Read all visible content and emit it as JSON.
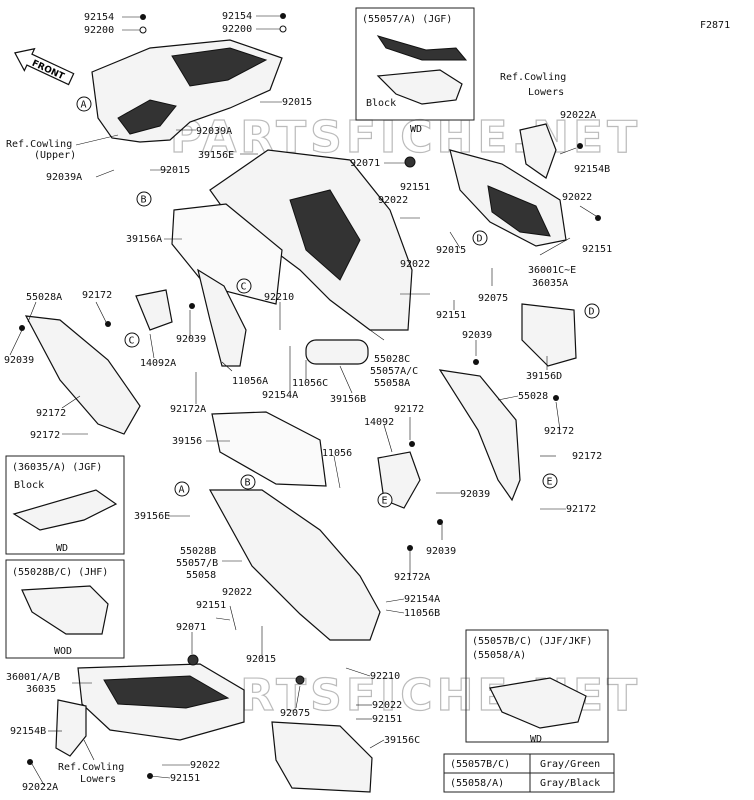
{
  "figure_id": "F2871",
  "front_arrow_label": "FRONT",
  "watermark": "PARTSFICHE.NET",
  "callouts": [
    {
      "id": "c1",
      "text": "92154"
    },
    {
      "id": "c2",
      "text": "92200"
    },
    {
      "id": "c3",
      "text": "92154"
    },
    {
      "id": "c4",
      "text": "92200"
    },
    {
      "id": "c5",
      "text": "92015"
    },
    {
      "id": "c6",
      "text": "Ref.Cowling"
    },
    {
      "id": "c7",
      "text": "(Upper)"
    },
    {
      "id": "c8",
      "text": "92039A"
    },
    {
      "id": "c9",
      "text": "92015"
    },
    {
      "id": "c10",
      "text": "92039A"
    },
    {
      "id": "c11",
      "text": "39156E"
    },
    {
      "id": "c12",
      "text": "92071"
    },
    {
      "id": "c13",
      "text": "92151"
    },
    {
      "id": "c14",
      "text": "92022"
    },
    {
      "id": "c15",
      "text": "39156A"
    },
    {
      "id": "c16",
      "text": "92015"
    },
    {
      "id": "c17",
      "text": "92022"
    },
    {
      "id": "c18",
      "text": "92151"
    },
    {
      "id": "c19",
      "text": "92075"
    },
    {
      "id": "c20",
      "text": "Ref.Cowling"
    },
    {
      "id": "c21",
      "text": "Lowers"
    },
    {
      "id": "c22",
      "text": "92022A"
    },
    {
      "id": "c23",
      "text": "92154B"
    },
    {
      "id": "c24",
      "text": "92022"
    },
    {
      "id": "c25",
      "text": "92151"
    },
    {
      "id": "c26",
      "text": "36001C~E"
    },
    {
      "id": "c27",
      "text": "36035A"
    },
    {
      "id": "c28",
      "text": "55028A"
    },
    {
      "id": "c29",
      "text": "92172"
    },
    {
      "id": "c30",
      "text": "92039"
    },
    {
      "id": "c31",
      "text": "92039"
    },
    {
      "id": "c32",
      "text": "14092A"
    },
    {
      "id": "c33",
      "text": "92210"
    },
    {
      "id": "c34",
      "text": "11056A"
    },
    {
      "id": "c35",
      "text": "11056C"
    },
    {
      "id": "c36",
      "text": "92154A"
    },
    {
      "id": "c37",
      "text": "39156B"
    },
    {
      "id": "c38",
      "text": "55028C"
    },
    {
      "id": "c39",
      "text": "55057A/C"
    },
    {
      "id": "c40",
      "text": "55058A"
    },
    {
      "id": "c41",
      "text": "92039"
    },
    {
      "id": "c42",
      "text": "92172"
    },
    {
      "id": "c43",
      "text": "92172"
    },
    {
      "id": "c44",
      "text": "92172A"
    },
    {
      "id": "c45",
      "text": "39156D"
    },
    {
      "id": "c46",
      "text": "55028"
    },
    {
      "id": "c47",
      "text": "92172"
    },
    {
      "id": "c48",
      "text": "39156"
    },
    {
      "id": "c49",
      "text": "11056"
    },
    {
      "id": "c50",
      "text": "14092"
    },
    {
      "id": "c51",
      "text": "92172"
    },
    {
      "id": "c52",
      "text": "92172"
    },
    {
      "id": "c53",
      "text": "92039"
    },
    {
      "id": "c54",
      "text": "92172"
    },
    {
      "id": "c55",
      "text": "39156E"
    },
    {
      "id": "c56",
      "text": "92039"
    },
    {
      "id": "c57",
      "text": "55028B"
    },
    {
      "id": "c58",
      "text": "55057/B"
    },
    {
      "id": "c59",
      "text": "55058"
    },
    {
      "id": "c60",
      "text": "92172A"
    },
    {
      "id": "c61",
      "text": "92022"
    },
    {
      "id": "c62",
      "text": "92151"
    },
    {
      "id": "c63",
      "text": "92154A"
    },
    {
      "id": "c64",
      "text": "11056B"
    },
    {
      "id": "c65",
      "text": "92071"
    },
    {
      "id": "c66",
      "text": "92015"
    },
    {
      "id": "c67",
      "text": "36001/A/B"
    },
    {
      "id": "c68",
      "text": "36035"
    },
    {
      "id": "c69",
      "text": "92210"
    },
    {
      "id": "c70",
      "text": "92075"
    },
    {
      "id": "c71",
      "text": "92022"
    },
    {
      "id": "c72",
      "text": "92151"
    },
    {
      "id": "c73",
      "text": "92154B"
    },
    {
      "id": "c74",
      "text": "39156C"
    },
    {
      "id": "c75",
      "text": "Ref.Cowling"
    },
    {
      "id": "c76",
      "text": "Lowers"
    },
    {
      "id": "c77",
      "text": "92022A"
    },
    {
      "id": "c78",
      "text": "92022"
    },
    {
      "id": "c79",
      "text": "92151"
    }
  ],
  "markers": [
    "A",
    "B",
    "C",
    "C",
    "D",
    "D",
    "E",
    "E",
    "A",
    "B"
  ],
  "insets": [
    {
      "id": "i1",
      "header": "(55057/A)   (JGF)",
      "note": "Block",
      "foot": "WD"
    },
    {
      "id": "i2",
      "header": "(36035/A)   (JGF)",
      "note": "Block",
      "foot": "WD"
    },
    {
      "id": "i3",
      "header": "(55028B/C)  (JHF)",
      "note": "",
      "foot": "WOD"
    },
    {
      "id": "i4",
      "header": "(55057B/C)  (JJF/JKF)",
      "header2": "(55058/A)",
      "note": "",
      "foot": "WD"
    }
  ],
  "color_table": [
    {
      "code": "(55057B/C)",
      "color": "Gray/Green"
    },
    {
      "code": "(55058/A)",
      "color": "Gray/Black"
    }
  ]
}
